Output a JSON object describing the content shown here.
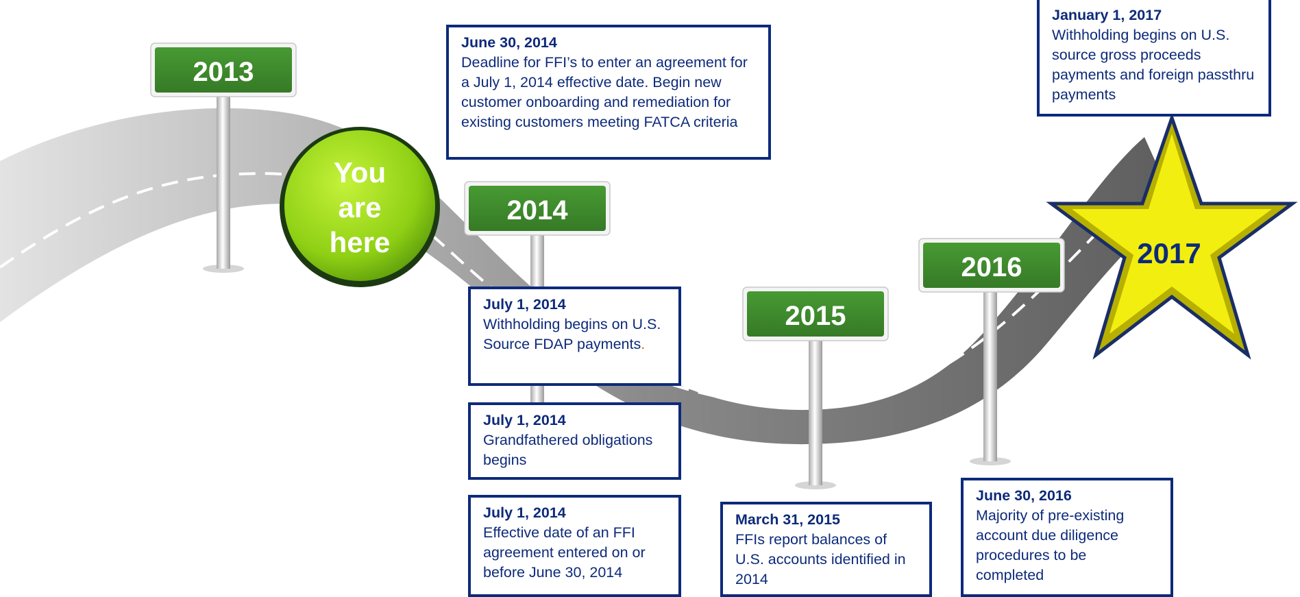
{
  "signs": [
    {
      "id": "2013",
      "label": "2013"
    },
    {
      "id": "2014",
      "label": "2014"
    },
    {
      "id": "2015",
      "label": "2015"
    },
    {
      "id": "2016",
      "label": "2016"
    }
  ],
  "here_marker": {
    "line1": "You",
    "line2": "are",
    "line3": "here"
  },
  "star_label": "2017",
  "events": {
    "jun2014": {
      "date": "June 30, 2014",
      "text": "Deadline for FFI’s to enter an agreement for a July 1, 2014 effective date. Begin new customer onboarding and remediation for existing customers meeting FATCA criteria"
    },
    "jul2014a": {
      "date": "July 1, 2014",
      "text": "Withholding begins on U.S. Source FDAP payments",
      "trailing": "."
    },
    "jul2014b": {
      "date": "July 1, 2014",
      "text": "Grandfathered obligations begins"
    },
    "jul2014c": {
      "date": "July 1, 2014",
      "text": "Effective date of an FFI agreement entered on or before June 30,  2014"
    },
    "mar2015": {
      "date": "March 31, 2015",
      "text": "FFIs report balances of U.S. accounts identified in 2014"
    },
    "jun2016": {
      "date": "June 30, 2016",
      "text": "Majority of pre-existing account due diligence procedures to be completed"
    },
    "jan2017": {
      "date": "January 1, 2017",
      "text": "Withholding begins on U.S. source gross proceeds payments and foreign passthru payments"
    }
  },
  "colors": {
    "sign_green": "#3e8c2c",
    "box_border": "#0d2a7a",
    "star_fill": "#f2ee10",
    "marker_green": "#96d81a"
  }
}
